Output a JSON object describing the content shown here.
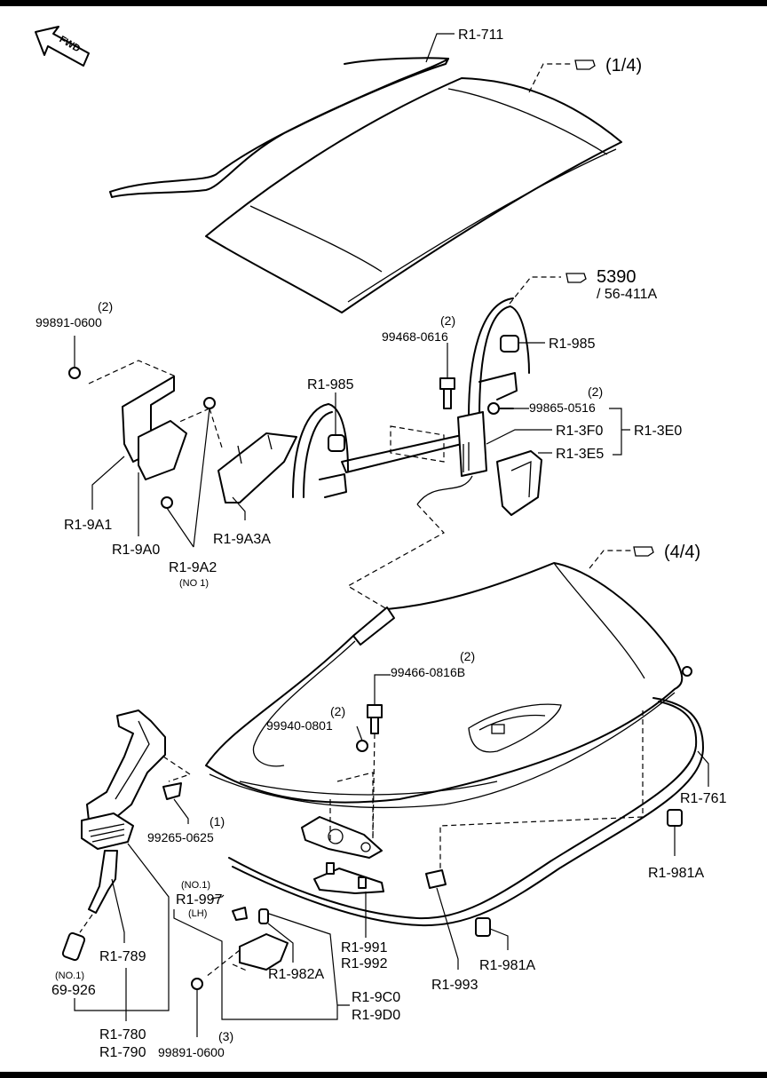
{
  "fwd_label": "FWD",
  "refs": {
    "r1": "(1/4)",
    "r2": "5390",
    "r2_sub": "/ 56-411A",
    "r3": "(4/4)"
  },
  "labels": {
    "r1_711": "R1-711",
    "q_2a": "(2)",
    "p_99891_0600_top": "99891-0600",
    "q_2b": "(2)",
    "p_99468_0616": "99468-0616",
    "r1_985_right": "R1-985",
    "r1_985_left": "R1-985",
    "q_2c": "(2)",
    "p_99865_0516": "99865-0516",
    "r1_3f0": "R1-3F0",
    "r1_3e0": "R1-3E0",
    "r1_3e5": "R1-3E5",
    "r1_9a1": "R1-9A1",
    "r1_9a0": "R1-9A0",
    "r1_9a3a": "R1-9A3A",
    "r1_9a2": "R1-9A2",
    "no1_a": "(NO 1)",
    "q_2d": "(2)",
    "p_99466_0816b": "99466-0816B",
    "q_2e": "(2)",
    "p_99940_0801": "99940-0801",
    "q_1": "(1)",
    "p_99265_0625": "99265-0625",
    "r1_761": "R1-761",
    "r1_981a_right": "R1-981A",
    "no1_b": "(NO.1)",
    "r1_997": "R1-997",
    "lh": "(LH)",
    "r1_982a": "R1-982A",
    "r1_991": "R1-991",
    "r1_992": "R1-992",
    "r1_981a_bottom": "R1-981A",
    "r1_993": "R1-993",
    "r1_789": "R1-789",
    "no1_c": "(NO.1)",
    "p_69_926": "69-926",
    "r1_9c0": "R1-9C0",
    "r1_9d0": "R1-9D0",
    "r1_780": "R1-780",
    "r1_790": "R1-790",
    "q_3": "(3)",
    "p_99891_0600_bottom": "99891-0600"
  }
}
